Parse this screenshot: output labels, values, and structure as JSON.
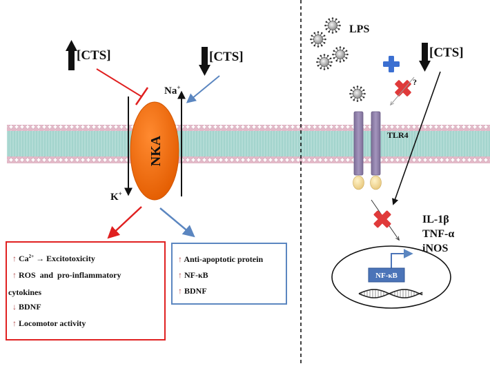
{
  "colors": {
    "inhibit_red": "#e02020",
    "activate_blue": "#5b86c0",
    "nka_orange": "#f26a0b",
    "tlr4_purple": "#8e7fa8",
    "plus_blue": "#3b6fd1",
    "cross_red": "#e03a3a",
    "nfkb_box": "#4b74b8",
    "arrow_up_brown": "#b04a4a"
  },
  "left": {
    "cts_up": "[CTS]",
    "cts_down": "[CTS]",
    "na_label": "Na",
    "na_sup": "+",
    "k_label": "K",
    "k_sup": "+",
    "nka_label": "NKA"
  },
  "red_box": {
    "line1_a": "Ca",
    "line1_sup": "2+",
    "line1_b": "→ Excitotoxicity",
    "line2": "ROS and pro-inflammatory",
    "line3": "cytokines",
    "line4": "BDNF",
    "line5": "Locomotor activity"
  },
  "blue_box": {
    "line1": "Anti-apoptotic protein",
    "line2": "NF-κB",
    "line3": "BDNF"
  },
  "right": {
    "lps": "LPS",
    "cts": "[CTS]",
    "question": "?",
    "tlr4": "TLR4",
    "cytokine1": "IL-1β",
    "cytokine2": "TNF-α",
    "cytokine3": "iNOS",
    "nfkb": "NF-κB"
  }
}
